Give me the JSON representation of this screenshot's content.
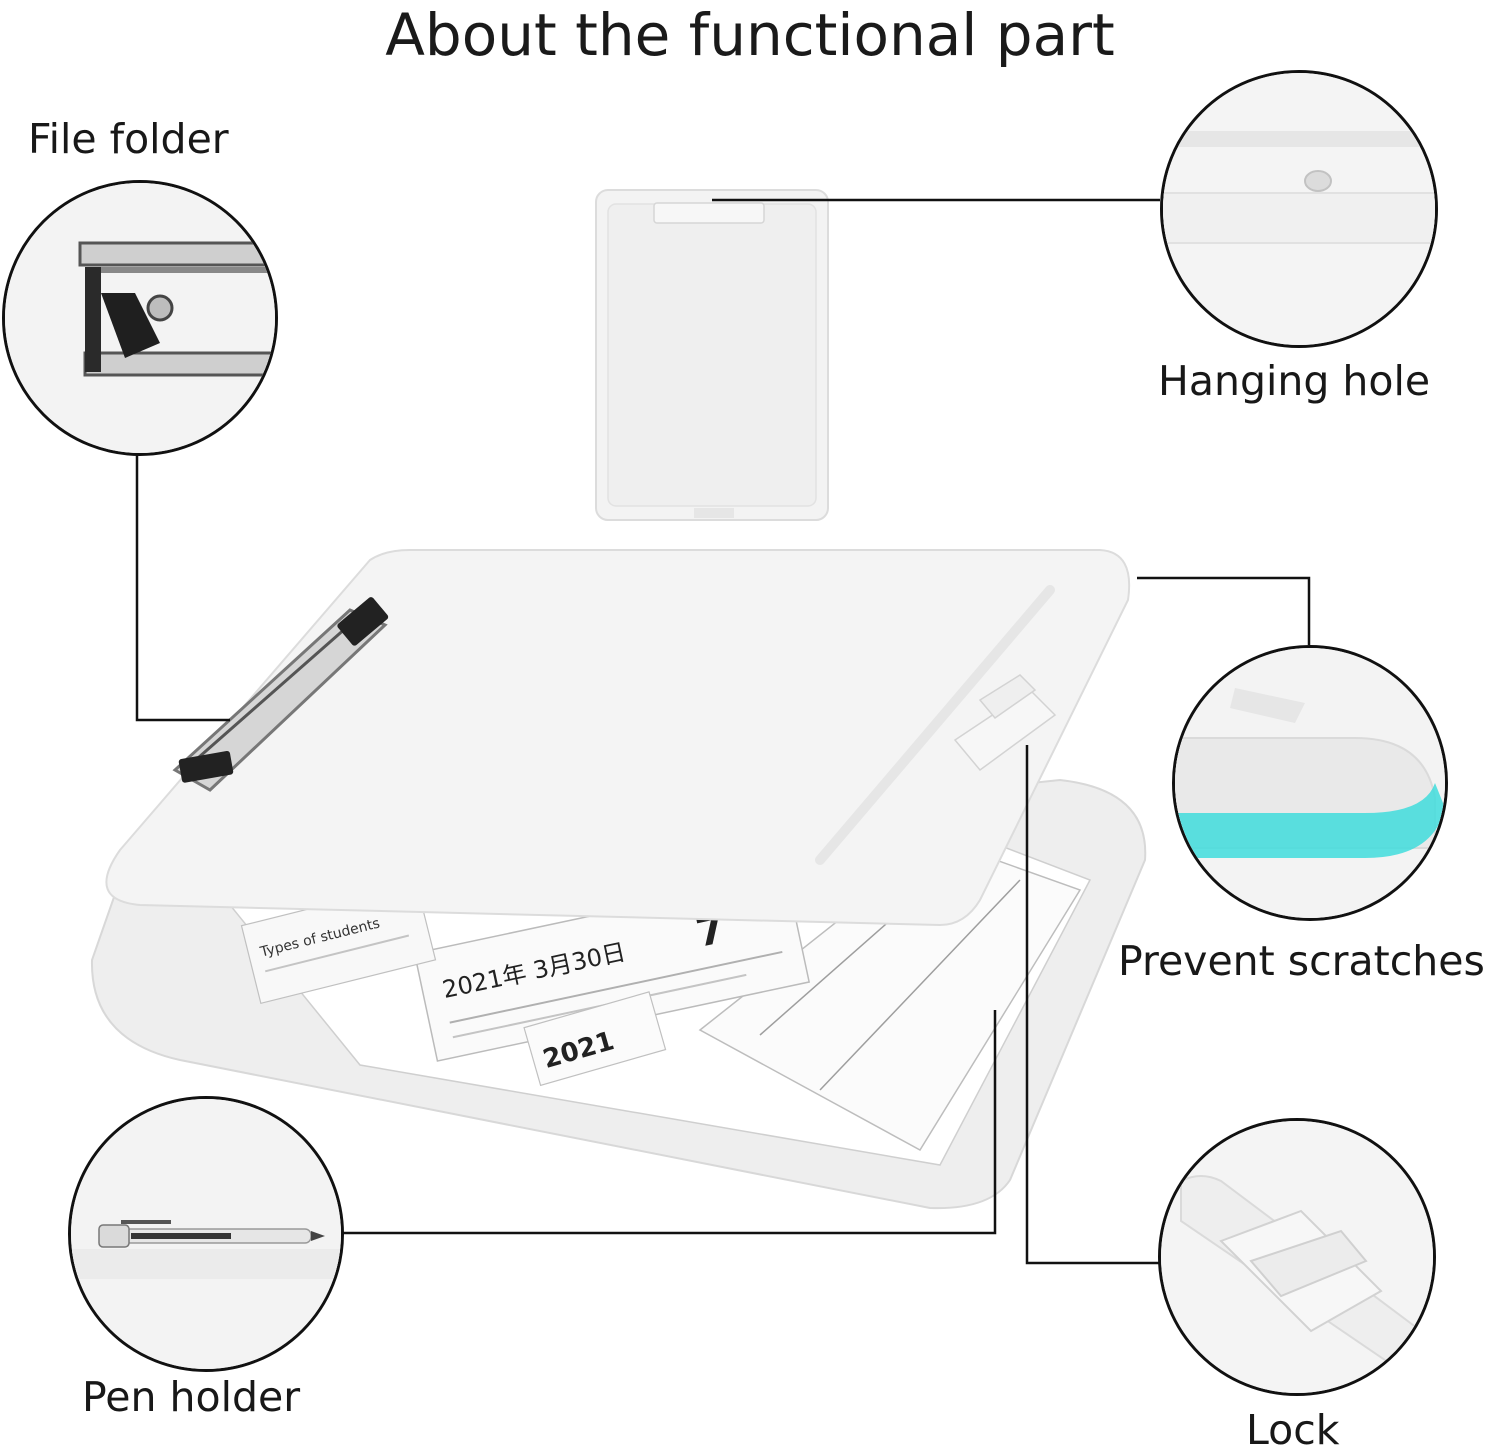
{
  "title": "About the functional part",
  "labels": {
    "file_folder": "File folder",
    "hanging_hole": "Hanging hole",
    "prevent_scratches": "Prevent scratches",
    "pen_holder": "Pen holder",
    "lock": "Lock"
  },
  "paper_prints": {
    "date_line": "2021年 3月30日",
    "big_number": "7",
    "partial_year": "2021",
    "types_label": "Types of students"
  },
  "colors": {
    "line": "#111111",
    "board": "#f0f0f0",
    "board_edge": "#dadada",
    "clip_metal": "#9a9a9a",
    "scratch_glow": "#3fdcdc"
  }
}
